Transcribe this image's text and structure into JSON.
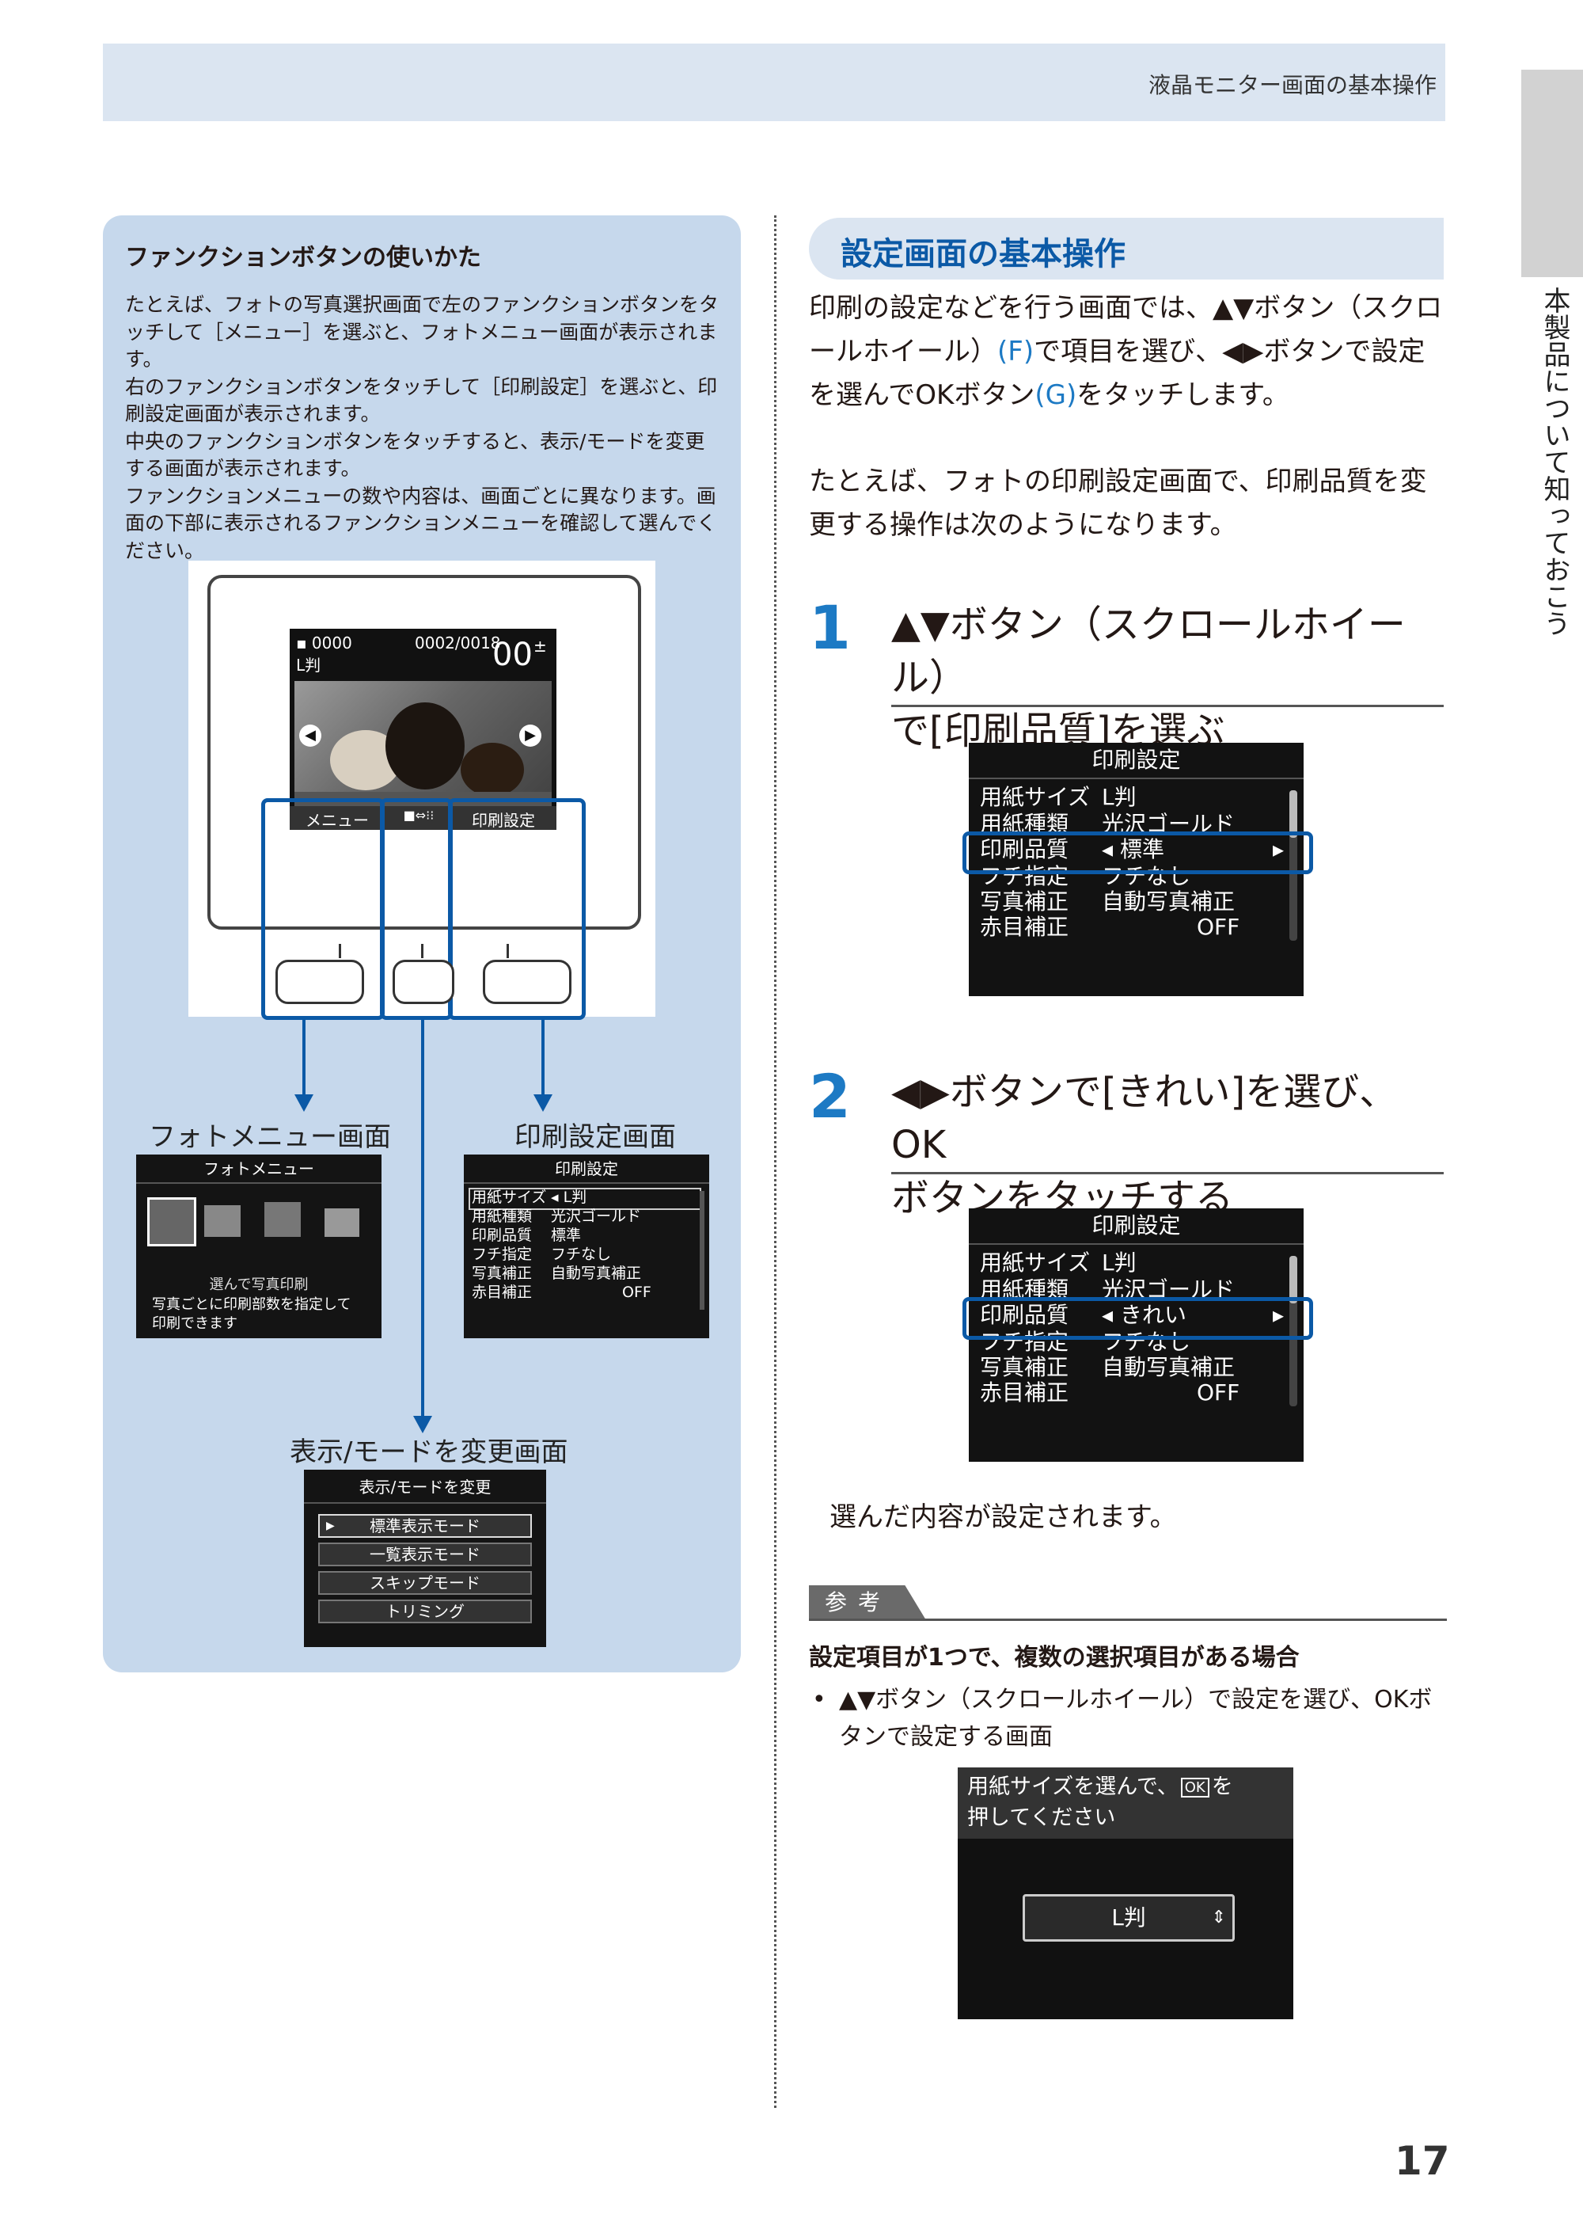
{
  "header": {
    "title": "液晶モニター画面の基本操作"
  },
  "side_tab": {
    "text": "本製品について知っておこう"
  },
  "page_number": "17",
  "left_panel": {
    "title": "ファンクションボタンの使いかた",
    "paragraphs": [
      "たとえば、フォトの写真選択画面で左のファンクションボタンをタッチして［メニュー］を選ぶと、フォトメニュー画面が表示されます。",
      "右のファンクションボタンをタッチして［印刷設定］を選ぶと、印刷設定画面が表示されます。",
      "中央のファンクションボタンをタッチすると、表示/モードを変更する画面が表示されます。",
      "ファンクションメニューの数や内容は、画面ごとに異なります。画面の下部に表示されるファンクションメニューを確認して選んでください。"
    ],
    "lcd": {
      "photo_no": "0000",
      "counter": "0002/0018",
      "copies": "00",
      "size": "L判",
      "func_left": "メニュー",
      "func_center": "■⇔⁝⁝",
      "func_right": "印刷設定"
    },
    "photo_menu": {
      "label": "フォトメニュー画面",
      "screen_title": "フォトメニュー",
      "caption": "選んで写真印刷",
      "desc_line1": "写真ごとに印刷部数を指定して",
      "desc_line2": "印刷できます"
    },
    "print_settings_small": {
      "label": "印刷設定画面",
      "screen_title": "印刷設定",
      "rows": [
        {
          "k": "用紙サイズ",
          "v": "L判"
        },
        {
          "k": "用紙種類",
          "v": "光沢ゴールド"
        },
        {
          "k": "印刷品質",
          "v": "標準"
        },
        {
          "k": "フチ指定",
          "v": "フチなし"
        },
        {
          "k": "写真補正",
          "v": "自動写真補正"
        },
        {
          "k": "赤目補正",
          "v": "OFF"
        }
      ]
    },
    "display_mode": {
      "label": "表示/モードを変更画面",
      "screen_title": "表示/モードを変更",
      "items": [
        "標準表示モード",
        "一覧表示モード",
        "スキップモード",
        "トリミング"
      ]
    }
  },
  "right": {
    "section_title": "設定画面の基本操作",
    "intro_1a": "印刷の設定などを行う画面では、▲▼ボタン（スクロールホイール）",
    "intro_1b": "(F)",
    "intro_1c": "で項目を選び、◀▶ボタンで設定を選んでOKボタン",
    "intro_1d": "(G)",
    "intro_1e": "をタッチします。",
    "intro_2": "たとえば、フォトの印刷設定画面で、印刷品質を変更する操作は次のようになります。",
    "step1": {
      "num": "1",
      "title_line1": "▲▼ボタン（スクロールホイール）",
      "title_line2": "で[印刷品質]を選ぶ",
      "screen_title": "印刷設定",
      "rows": [
        {
          "k": "用紙サイズ",
          "v": "L判"
        },
        {
          "k": "用紙種類",
          "v": "光沢ゴールド"
        },
        {
          "k": "印刷品質",
          "v": "標準"
        },
        {
          "k": "フチ指定",
          "v": "フチなし"
        },
        {
          "k": "写真補正",
          "v": "自動写真補正"
        },
        {
          "k": "赤目補正",
          "v": "OFF"
        }
      ]
    },
    "step2": {
      "num": "2",
      "title_line1": "◀▶ボタンで[きれい]を選び、OK",
      "title_line2": "ボタンをタッチする",
      "screen_title": "印刷設定",
      "rows": [
        {
          "k": "用紙サイズ",
          "v": "L判"
        },
        {
          "k": "用紙種類",
          "v": "光沢ゴールド"
        },
        {
          "k": "印刷品質",
          "v": "きれい"
        },
        {
          "k": "フチ指定",
          "v": "フチなし"
        },
        {
          "k": "写真補正",
          "v": "自動写真補正"
        },
        {
          "k": "赤目補正",
          "v": "OFF"
        }
      ]
    },
    "result_text": "選んだ内容が設定されます。",
    "reference": {
      "tag": "参考",
      "heading": "設定項目が1つで、複数の選択項目がある場合",
      "bullet": "▲▼ボタン（スクロールホイール）で設定を選び、OKボタンで設定する画面",
      "screen_line1a": "用紙サイズを選んで、",
      "screen_ok": "OK",
      "screen_line1b": "を",
      "screen_line2": "押してください",
      "screen_value": "L判"
    }
  }
}
